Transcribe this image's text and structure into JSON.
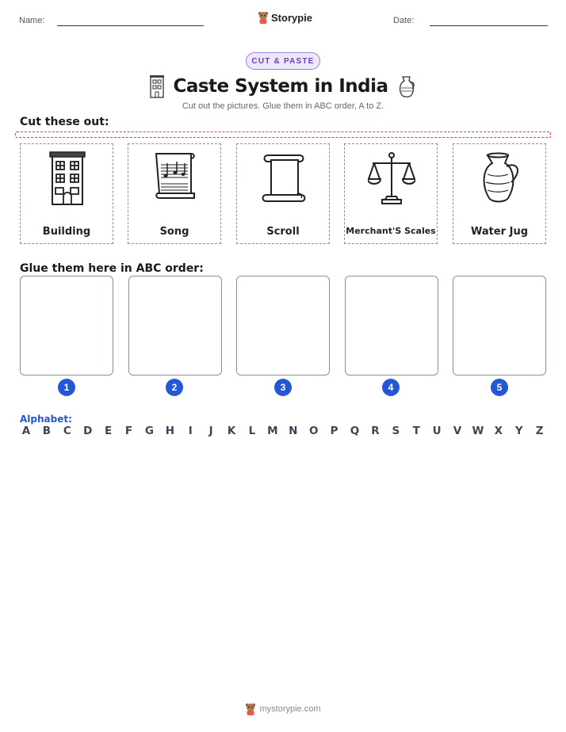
{
  "header": {
    "name_label": "Name:",
    "date_label": "Date:",
    "brand": "Storypie"
  },
  "badge": "CUT & PASTE",
  "title": "Caste System in India",
  "subtitle": "Cut out the pictures. Glue them in ABC order, A to Z.",
  "cut_section": {
    "heading": "Cut these out:",
    "cards": [
      {
        "label": "Building",
        "icon": "building-icon"
      },
      {
        "label": "Song",
        "icon": "music-sheet-icon"
      },
      {
        "label": "Scroll",
        "icon": "scroll-icon"
      },
      {
        "label": "Merchant'S Scales",
        "icon": "scales-icon"
      },
      {
        "label": "Water Jug",
        "icon": "jug-icon"
      }
    ]
  },
  "glue_section": {
    "heading": "Glue them here in ABC order:",
    "numbers": [
      "1",
      "2",
      "3",
      "4",
      "5"
    ]
  },
  "alphabet": {
    "label": "Alphabet:",
    "letters": [
      "A",
      "B",
      "C",
      "D",
      "E",
      "F",
      "G",
      "H",
      "I",
      "J",
      "K",
      "L",
      "M",
      "N",
      "O",
      "P",
      "Q",
      "R",
      "S",
      "T",
      "U",
      "V",
      "W",
      "X",
      "Y",
      "Z"
    ]
  },
  "footer": "mystorypie.com"
}
